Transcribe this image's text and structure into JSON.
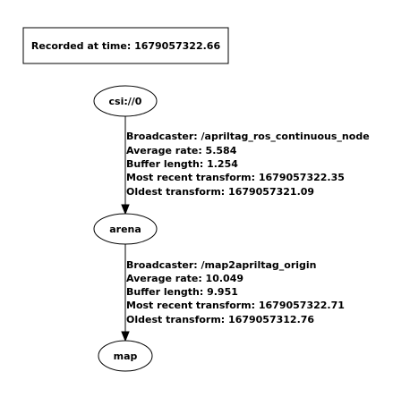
{
  "header": {
    "text": "Recorded at time: 1679057322.66"
  },
  "nodes": {
    "csi": {
      "label": "csi://0"
    },
    "arena": {
      "label": "arena"
    },
    "map": {
      "label": "map"
    }
  },
  "edges": [
    {
      "broadcaster": "Broadcaster: /apriltag_ros_continuous_node",
      "average_rate": "Average rate: 5.584",
      "buffer_length": "Buffer length: 1.254",
      "most_recent": "Most recent transform: 1679057322.35",
      "oldest": "Oldest transform: 1679057321.09"
    },
    {
      "broadcaster": "Broadcaster: /map2apriltag_origin",
      "average_rate": "Average rate: 10.049",
      "buffer_length": "Buffer length: 9.951",
      "most_recent": "Most recent transform: 1679057322.71",
      "oldest": "Oldest transform: 1679057312.76"
    }
  ]
}
